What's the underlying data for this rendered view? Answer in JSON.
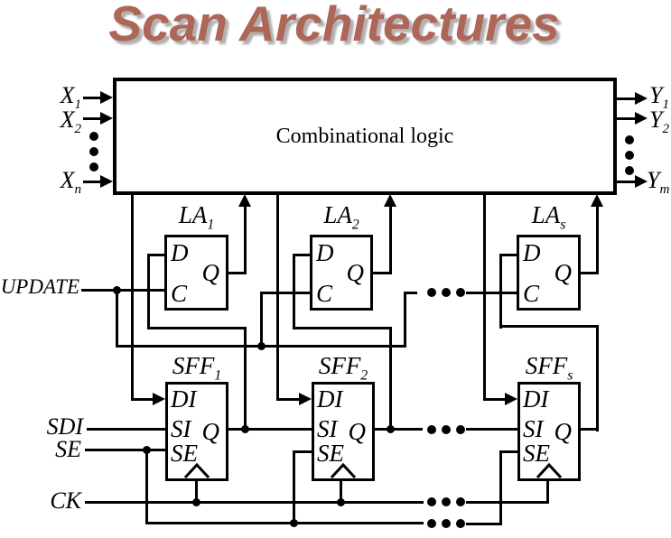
{
  "title": "Scan Architectures",
  "colors": {
    "title_fill": "#ad6658",
    "title_shadow": "#b0b0b0",
    "ink": "#000000",
    "background": "#ffffff"
  },
  "combinational_logic": {
    "label": "Combinational logic"
  },
  "primary_inputs": [
    {
      "base": "X",
      "sub": "1"
    },
    {
      "base": "X",
      "sub": "2"
    },
    {
      "base": "X",
      "sub": "n"
    }
  ],
  "primary_outputs": [
    {
      "base": "Y",
      "sub": "1"
    },
    {
      "base": "Y",
      "sub": "2"
    },
    {
      "base": "Y",
      "sub": "m"
    }
  ],
  "control_signals": {
    "update": "UPDATE",
    "sdi": "SDI",
    "se": "SE",
    "ck": "CK"
  },
  "latches": {
    "instances": [
      {
        "base": "LA",
        "sub": "1"
      },
      {
        "base": "LA",
        "sub": "2"
      },
      {
        "base": "LA",
        "sub": "s"
      }
    ],
    "ports": {
      "d": "D",
      "q": "Q",
      "c": "C"
    }
  },
  "scan_flip_flops": {
    "instances": [
      {
        "base": "SFF",
        "sub": "1"
      },
      {
        "base": "SFF",
        "sub": "2"
      },
      {
        "base": "SFF",
        "sub": "s"
      }
    ],
    "ports": {
      "di": "DI",
      "si": "SI",
      "se": "SE",
      "q": "Q"
    }
  }
}
